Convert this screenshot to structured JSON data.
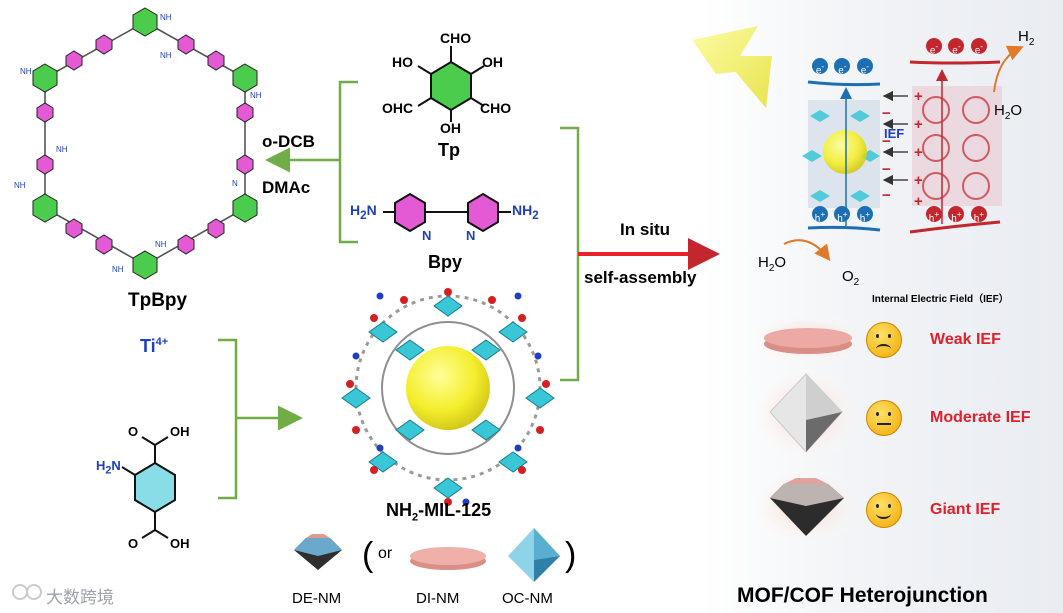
{
  "labels": {
    "tpbpy": "TpBpy",
    "odcb": "o-DCB",
    "dmac": "DMAc",
    "tp": "Tp",
    "bpy": "Bpy",
    "ti": "Ti",
    "ti_charge": "4+",
    "mil_prefix": "NH",
    "mil_sub": "2",
    "mil_suffix": "-MIL-125",
    "in_situ": "In situ",
    "self_assembly": "self-assembly",
    "ief": "IEF",
    "ief_caption": "Internal Electric Field（IEF）",
    "h2": "H",
    "h2_sub": "2",
    "h2o_top": "H",
    "h2o_top_sub": "2",
    "h2o_top_tail": "O",
    "h2o_bottom": "H",
    "h2o_bottom_sub": "2",
    "h2o_bottom_tail": "O",
    "o2": "O",
    "o2_sub": "2",
    "heterojunction": "MOF/COF Heterojunction",
    "or": "or",
    "de_nm": "DE-NM",
    "di_nm": "DI-NM",
    "oc_nm": "OC-NM",
    "watermark": "大数跨境"
  },
  "tp_groups": {
    "cho_top": "CHO",
    "ho_left": "HO",
    "oh_right": "OH",
    "ohc_left": "OHC",
    "cho_right": "CHO",
    "oh_bottom": "OH"
  },
  "bpy_groups": {
    "h2n": "H",
    "h2n_sub": "2",
    "h2n_tail": "N",
    "nh2": "NH",
    "nh2_sub": "2",
    "n1": "N",
    "n2": "N"
  },
  "linker_groups": {
    "cooh_top": "OH",
    "cooh_bottom": "OH",
    "h2n": "H",
    "h2n_sub": "2",
    "h2n_tail": "N",
    "o_top": "O",
    "o_bottom": "O"
  },
  "ief_levels": [
    {
      "label": "Weak IEF",
      "mood": "sad"
    },
    {
      "label": "Moderate IEF",
      "mood": "neutral"
    },
    {
      "label": "Giant IEF",
      "mood": "happy"
    }
  ],
  "charges": {
    "electron": "e",
    "electron_sign": "-",
    "hole": "h",
    "hole_sign": "+"
  },
  "colors": {
    "green_bracket": "#70ad47",
    "red_arrow": "#e8202a",
    "blue_text": "#1f3fbf",
    "benzene_green": "#4ccc4c",
    "pyridine_pink": "#e35ad4",
    "mof_cyan": "#39c6d6",
    "mof_yellow": "#f3ef3a",
    "cof_red": "#c4262e"
  }
}
